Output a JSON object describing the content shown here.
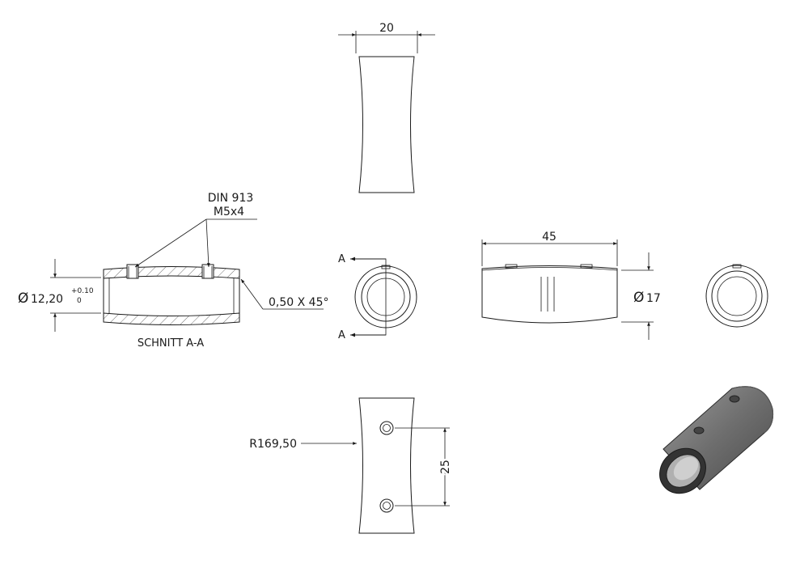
{
  "dimensions": {
    "top_width": "20",
    "front_length": "45",
    "front_diameter": "17",
    "bore_diameter": "12,20",
    "bore_tol_upper": "+0.10",
    "bore_tol_lower": "0",
    "screw_spacing": "25",
    "radius": "R169,50",
    "chamfer": "0,50 X 45°"
  },
  "labels": {
    "screw_norm": "DIN 913",
    "screw_size": "M5x4",
    "section_title": "SCHNITT A-A",
    "section_letter_top": "A",
    "section_letter_bottom": "A"
  },
  "symbols": {
    "diameter": "Ø"
  }
}
